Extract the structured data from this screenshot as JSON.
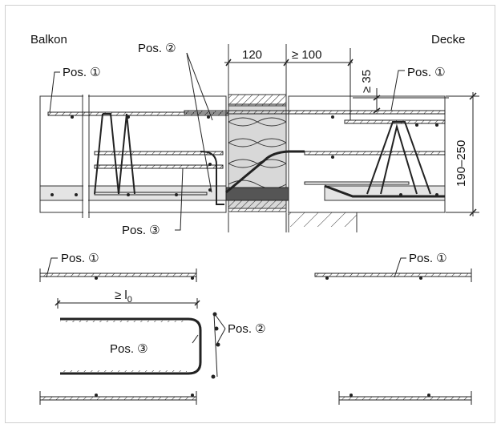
{
  "labels": {
    "balkon": "Balkon",
    "decke": "Decke",
    "pos1": "Pos. ①",
    "pos2": "Pos. ②",
    "pos3": "Pos. ③"
  },
  "dimensions": {
    "width_left": "120",
    "width_right": "≥ 100",
    "cover": "≥ 35",
    "height": "190–250",
    "anchor_prefix": "≥ l",
    "anchor_sub": "0"
  },
  "colors": {
    "line": "#222222",
    "concrete": "#e4e4e4",
    "insulation": "#d8d8d8",
    "frame": "#cfcfcf"
  }
}
